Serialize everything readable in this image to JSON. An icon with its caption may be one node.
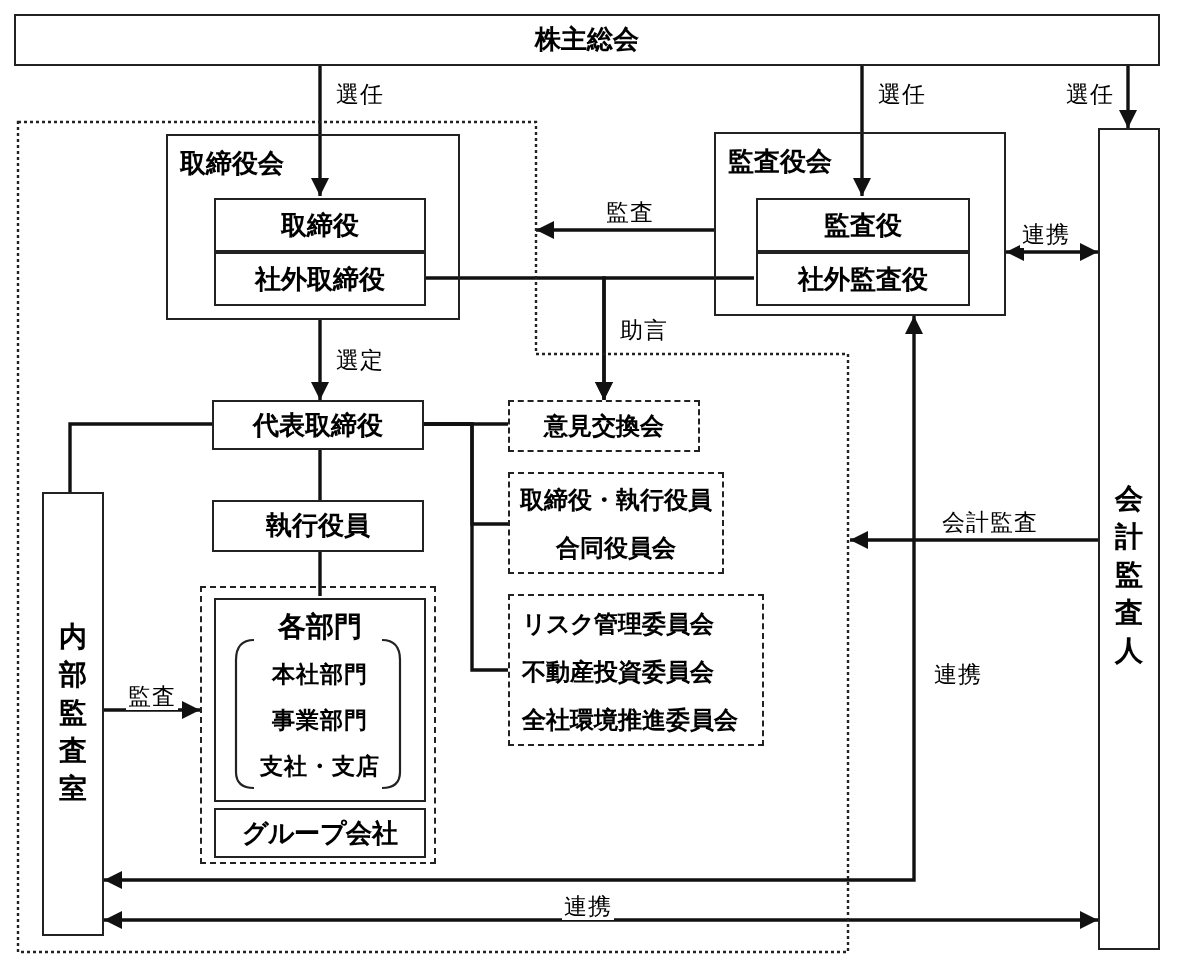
{
  "diagram": {
    "nodes": [
      {
        "text": [
          "株主総会"
        ]
      },
      {
        "text": [],
        "shape": "box"
      },
      {
        "text": [
          "取締役会"
        ],
        "in": 1
      },
      {
        "text": [
          "取締役"
        ],
        "in": 2
      },
      {
        "text": [
          "社外取締役"
        ],
        "in": 2
      },
      {
        "text": [
          "監査役会"
        ]
      },
      {
        "text": [
          "監査役"
        ],
        "in": 5
      },
      {
        "text": [
          "社外監査役"
        ],
        "in": 5
      },
      {
        "text": [
          "会計監査人"
        ]
      },
      {
        "text": [
          "代表取締役"
        ],
        "in": 1
      },
      {
        "text": [
          "意見交換会"
        ],
        "in": 1
      },
      {
        "text": [
          "取締役・執行役員合同役員会"
        ],
        "in": 1
      },
      {
        "text": [
          "リスク管理委員会",
          "不動産投資委員会",
          "全社環境推進委員会"
        ],
        "in": 1
      },
      {
        "text": [
          "執行役員"
        ],
        "in": 1
      },
      {
        "text": [],
        "shape": "box",
        "in": 1
      },
      {
        "text": [
          "各部門",
          "本社部門",
          "事業部門",
          "支社・支店"
        ],
        "in": 14
      },
      {
        "text": [
          "グループ会社"
        ],
        "in": 14
      },
      {
        "text": [
          "内部監査室"
        ],
        "in": 1
      }
    ],
    "edges": [
      {
        "from": 0,
        "to": 3,
        "arrow": "to",
        "label": "選任"
      },
      {
        "from": 0,
        "to": 6,
        "arrow": "to",
        "label": "選任"
      },
      {
        "from": 0,
        "to": 8,
        "arrow": "to",
        "label": "選任"
      },
      {
        "from": 5,
        "to": 1,
        "arrow": "to",
        "label": "監査"
      },
      {
        "from": 5,
        "to": 8,
        "arrow": "both",
        "label": "連携"
      },
      {
        "from": 4,
        "to": 10,
        "arrow": "to",
        "label": "助言"
      },
      {
        "from": 7,
        "to": 10,
        "arrow": "to"
      },
      {
        "from": 2,
        "to": 9,
        "arrow": "to",
        "label": "選定"
      },
      {
        "from": 9,
        "to": 13,
        "arrow": "none"
      },
      {
        "from": 13,
        "to": 15,
        "arrow": "none"
      },
      {
        "from": 9,
        "to": 17,
        "arrow": "none"
      },
      {
        "from": 9,
        "to": 10,
        "arrow": "none"
      },
      {
        "from": 9,
        "to": 11,
        "arrow": "none"
      },
      {
        "from": 9,
        "to": 12,
        "arrow": "none"
      },
      {
        "from": 17,
        "to": 14,
        "arrow": "to",
        "label": "監査"
      },
      {
        "from": 8,
        "to": 1,
        "arrow": "to",
        "label": "会計監査"
      },
      {
        "from": 17,
        "to": 5,
        "arrow": "both",
        "label": "連携"
      },
      {
        "from": 17,
        "to": 8,
        "arrow": "both",
        "label": "連携"
      }
    ]
  }
}
